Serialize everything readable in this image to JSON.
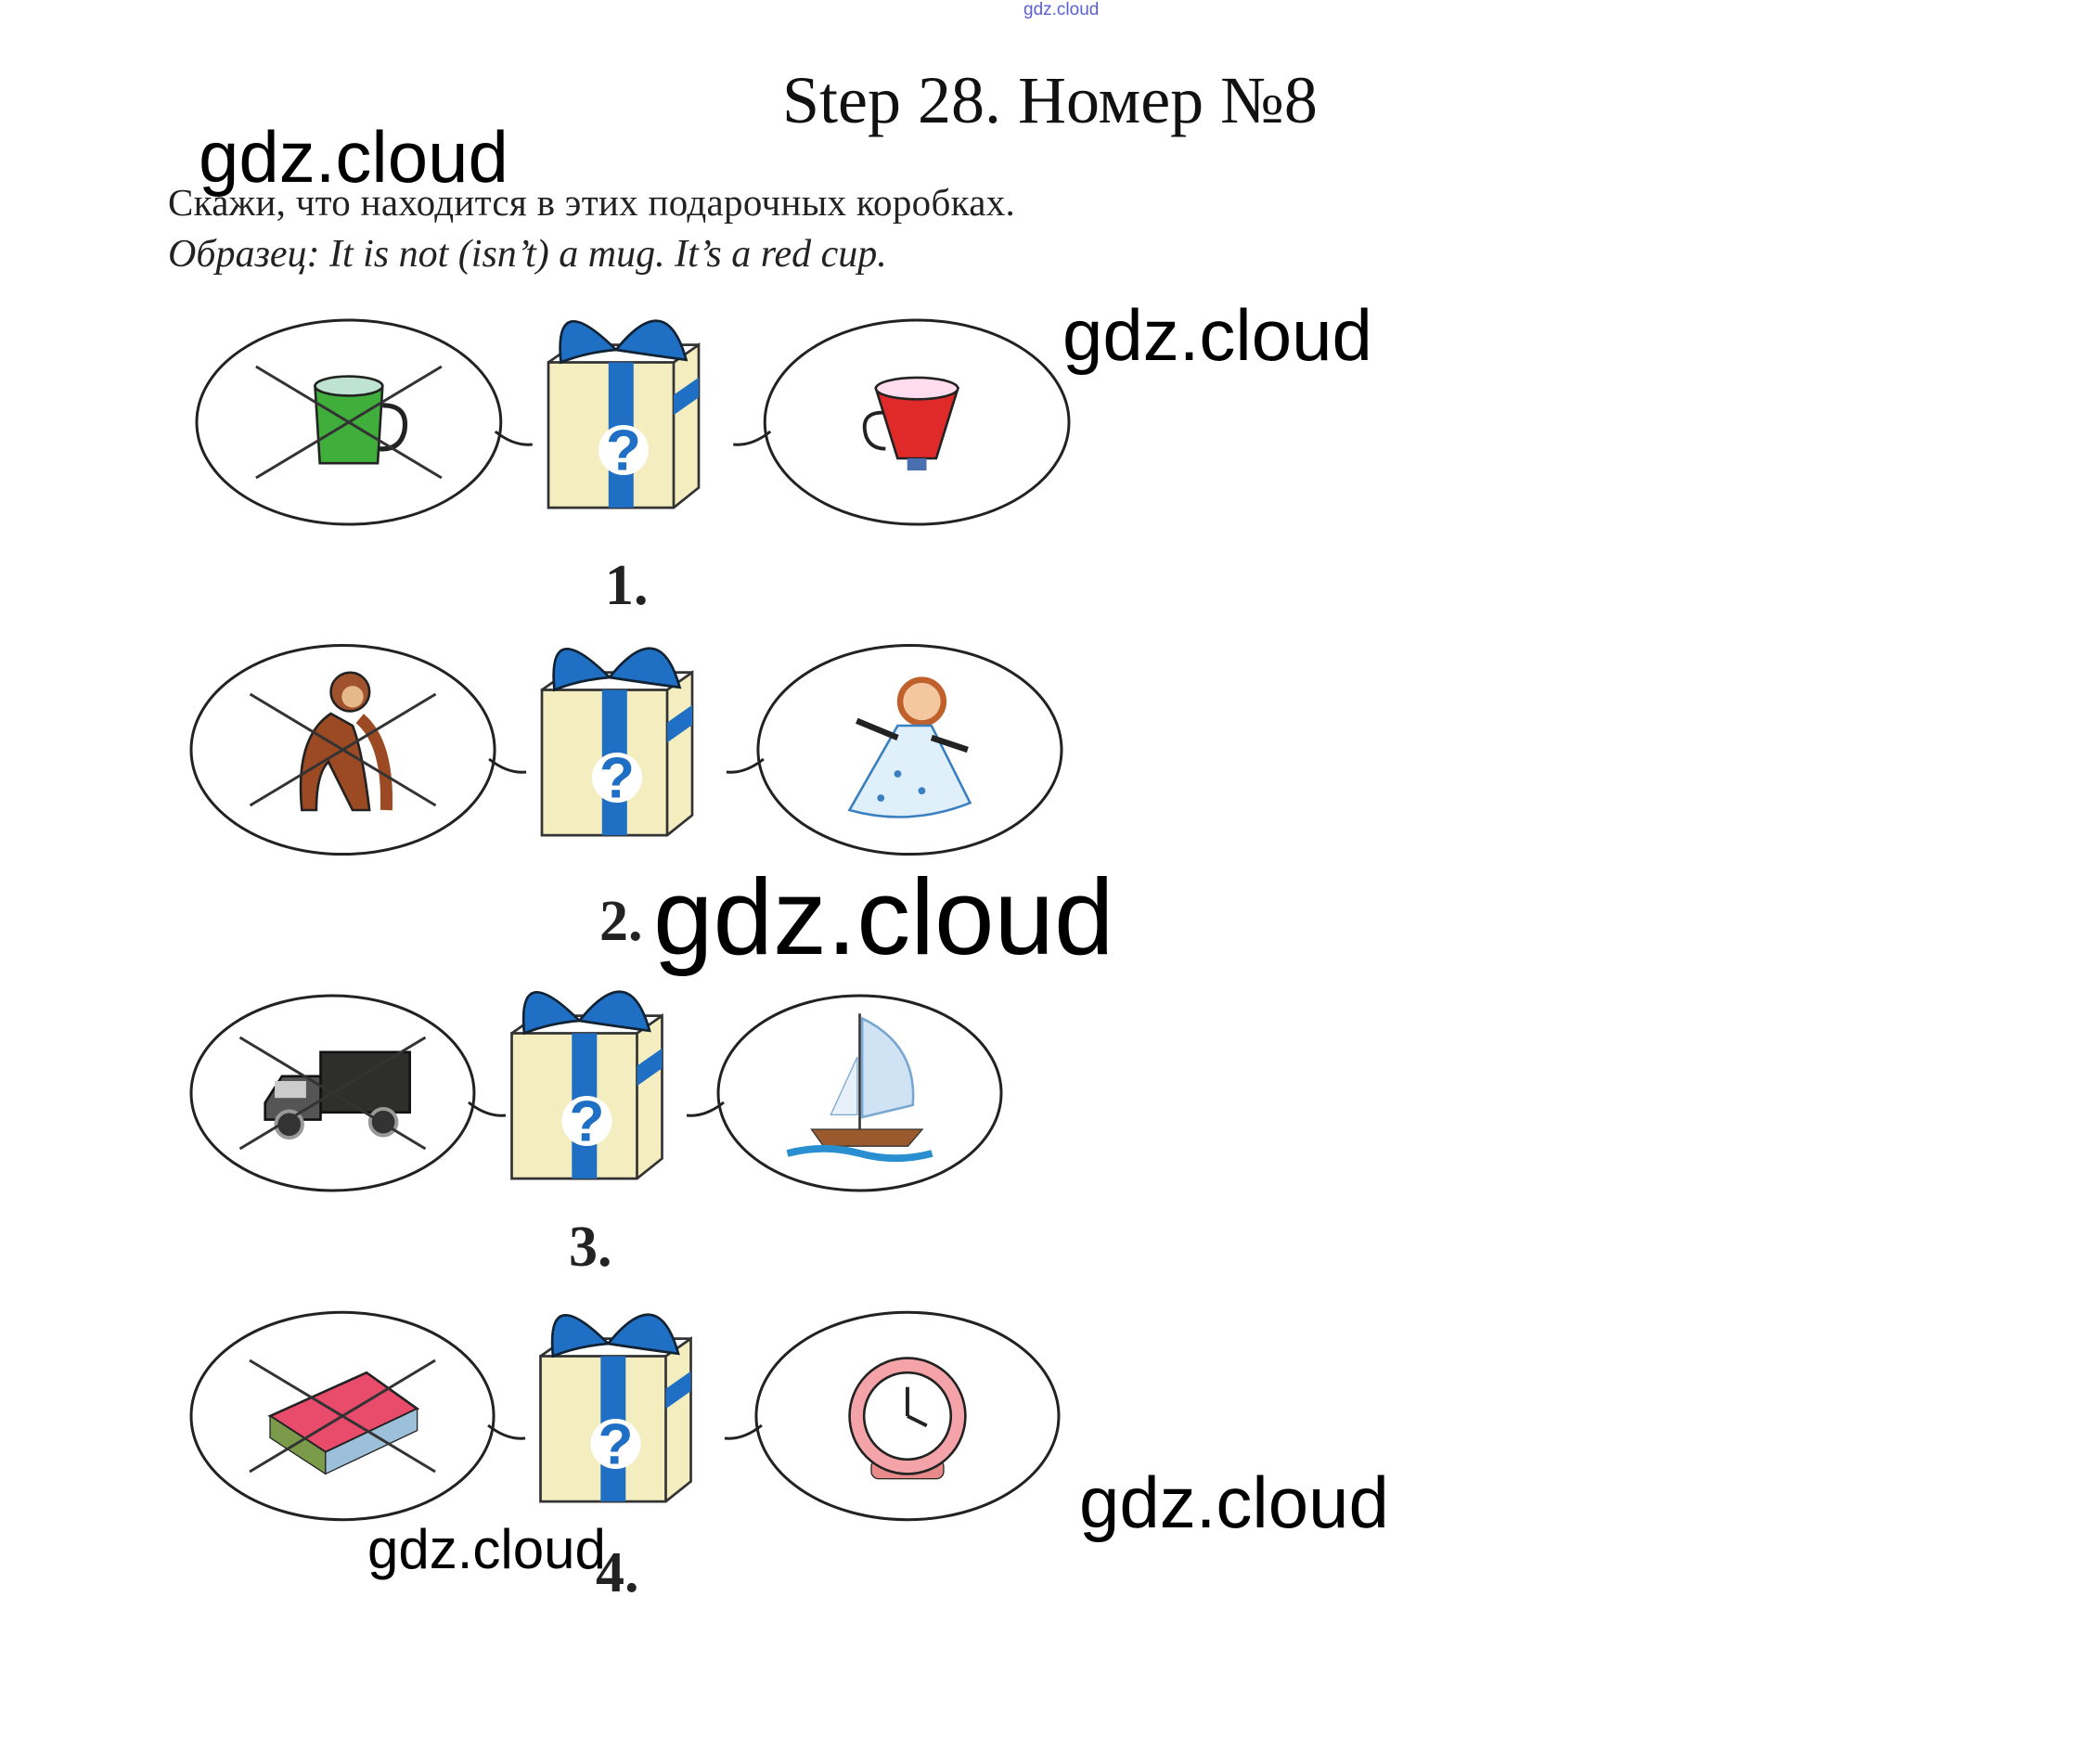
{
  "header": {
    "top_watermark": "gdz.cloud",
    "title": "Step 28. Номер №8"
  },
  "task": {
    "instruction": "Скажи, что находится в этих подарочных коробках.",
    "example": "Образец: It is not (isn’t) a mug. It’s a red cup."
  },
  "watermarks": [
    "gdz.cloud",
    "gdz.cloud",
    "gdz.cloud",
    "gdz.cloud",
    "gdz.cloud"
  ],
  "rows": [
    {
      "number": "1.",
      "crossed_item": "mug-icon",
      "answer_item": "cup-icon",
      "gift": "gift-box-icon"
    },
    {
      "number": "2.",
      "crossed_item": "monkey-icon",
      "answer_item": "doll-icon",
      "gift": "gift-box-icon"
    },
    {
      "number": "3.",
      "crossed_item": "lorry-icon",
      "answer_item": "ship-icon",
      "gift": "gift-box-icon"
    },
    {
      "number": "4.",
      "crossed_item": "book-icon",
      "answer_item": "clock-icon",
      "gift": "gift-box-icon"
    }
  ],
  "colors": {
    "ribbon": "#1f6fc4",
    "box": "#f4edc0",
    "watermark_top": "#5b5fd6"
  }
}
